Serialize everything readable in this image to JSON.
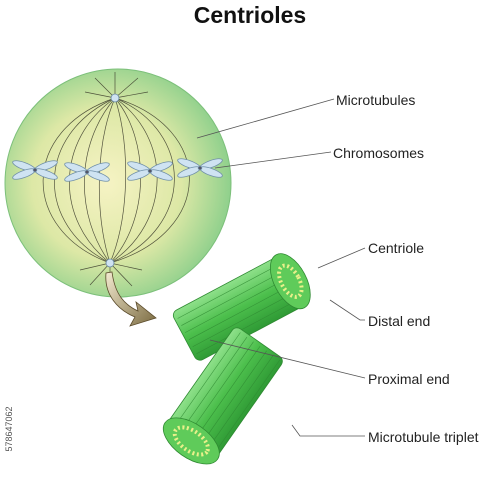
{
  "title": "Centrioles",
  "labels": {
    "microtubules": "Microtubules",
    "chromosomes": "Chromosomes",
    "centriole": "Centriole",
    "distal_end": "Distal end",
    "proximal_end": "Proximal end",
    "microtubule_triplet": "Microtubule triplet"
  },
  "watermark_id": "578647062",
  "colors": {
    "cell_center": "#f4f2bf",
    "cell_edge": "#8fd08c",
    "centriole_green": "#4fc14f",
    "triplet_yellow": "#e9f08a",
    "chromosome_blue": "#cfe3f2"
  }
}
